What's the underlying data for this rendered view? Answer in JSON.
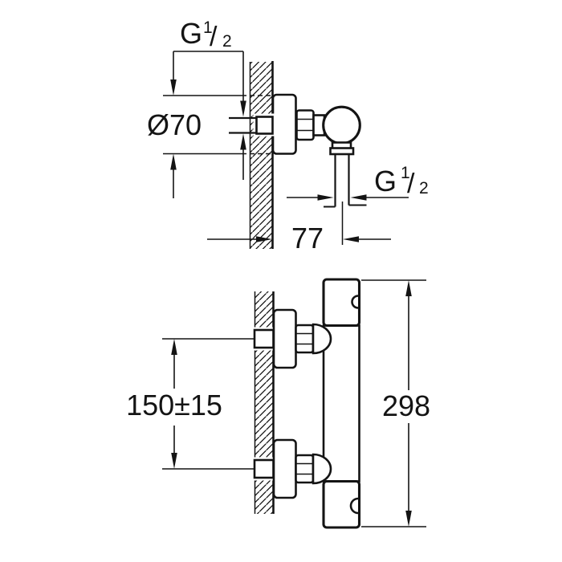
{
  "drawing": {
    "background_color": "#ffffff",
    "line_color": "#141414",
    "labels": {
      "thread_top": {
        "letter": "G",
        "numerator": "1",
        "slash": "/",
        "denominator": "2"
      },
      "thread_outlet": {
        "letter": "G",
        "numerator": "1",
        "slash": "/",
        "denominator": "2"
      },
      "escutcheon_diameter": "Ø70",
      "wall_to_outlet_offset": "77",
      "inlet_spacing": "150±15",
      "overall_height": "298"
    }
  }
}
